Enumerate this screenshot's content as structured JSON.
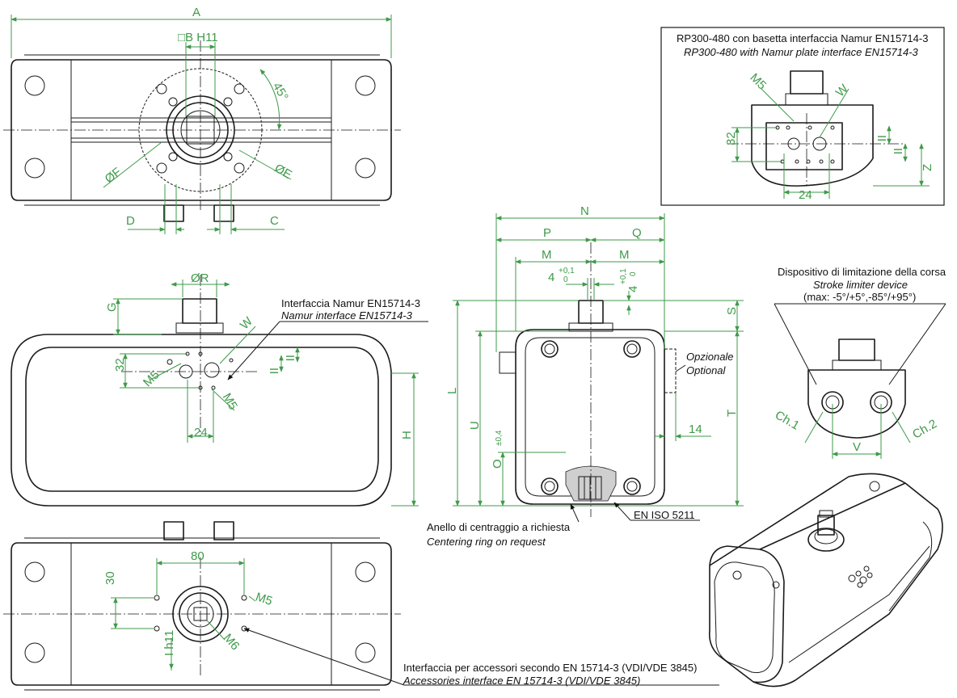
{
  "labels": {
    "namur_plate_it": "RP300-480 con basetta interfaccia Namur EN15714-3",
    "namur_plate_en": "RP300-480 with Namur plate interface EN15714-3",
    "namur_it": "Interfaccia Namur EN15714-3",
    "namur_en": "Namur interface EN15714-3",
    "optional_it": "Opzionale",
    "optional_en": "Optional",
    "stroke_it": "Dispositivo di limitazione della corsa",
    "stroke_en": "Stroke limiter device",
    "stroke_range": "(max: -5°/+5°,-85°/+95°)",
    "centering_it": "Anello di centraggio a richiesta",
    "centering_en": "Centering ring on request",
    "iso": "EN ISO 5211",
    "acc_it": "Interfaccia per accessori secondo EN 15714-3 (VDI/VDE 3845)",
    "acc_en": "Accessories interface EN 15714-3 (VDI/VDE 3845)"
  },
  "dims": {
    "A": "A",
    "BH11": "□B H11",
    "deg45": "45°",
    "phiF": "ØF",
    "phiE": "ØE",
    "D": "D",
    "C": "C",
    "G": "G",
    "phiR": "ØR",
    "W": "W",
    "M5": "M5",
    "d32": "32",
    "d24": "24",
    "II": "II",
    "H": "H",
    "N": "N",
    "P": "P",
    "Q": "Q",
    "M": "M",
    "d4": "4",
    "tol01": "+0,1",
    "tol0": "0",
    "S": "S",
    "L": "L",
    "U": "U",
    "O": "O",
    "tol04": "±0,4",
    "T": "T",
    "d14": "14",
    "Z": "Z",
    "Ch1": "Ch.1",
    "Ch2": "Ch.2",
    "V": "V",
    "d80": "80",
    "d30": "30",
    "IH11": "I h11",
    "M6": "M6"
  }
}
